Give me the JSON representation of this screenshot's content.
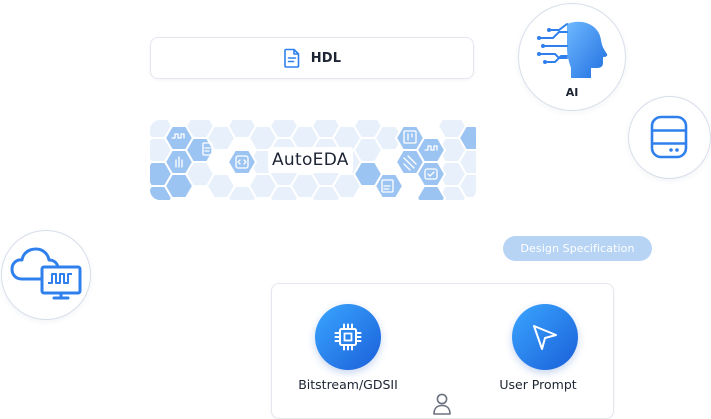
{
  "hdl": {
    "label": "HDL",
    "icon": "document-icon"
  },
  "autoeda": {
    "label": "AutoEDA"
  },
  "ai": {
    "label": "AI",
    "icon": "ai-head-icon"
  },
  "database": {
    "icon": "database-icon"
  },
  "cloud": {
    "icon": "cloud-monitor-icon"
  },
  "spec": {
    "label": "Design Specification"
  },
  "bitstream": {
    "label": "Bitstream/GDSII",
    "icon": "chip-icon"
  },
  "prompt": {
    "label": "User Prompt",
    "icon": "send-icon"
  },
  "user": {
    "icon": "user-icon"
  },
  "colors": {
    "accent": "#2f80ed",
    "light_blue": "#b7d4f5",
    "hex_fill": "#e8f0fb",
    "hex_blue": "#9cc4f2"
  }
}
